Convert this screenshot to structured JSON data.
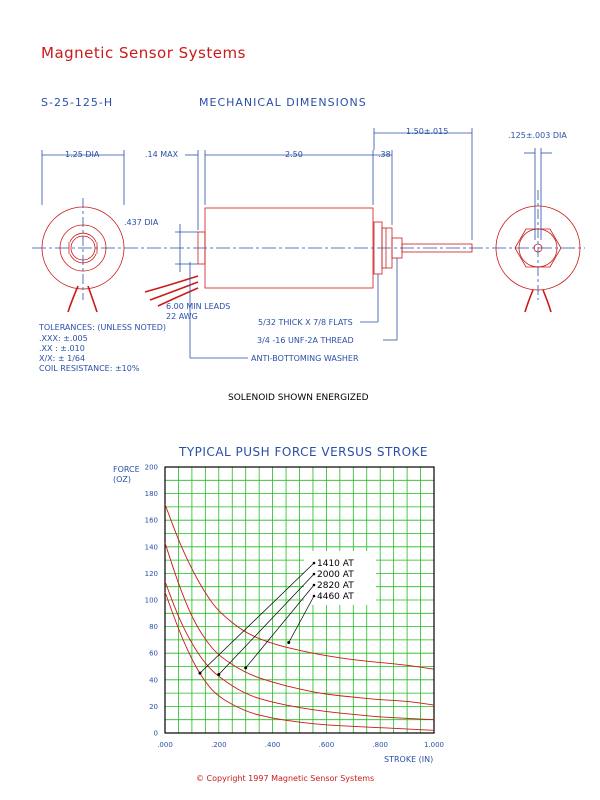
{
  "header": {
    "company": "Magnetic Sensor Systems",
    "model": "S-25-125-H",
    "section_title": "MECHANICAL DIMENSIONS"
  },
  "dimensions": {
    "body_dia": "1.25 DIA",
    "front_gap": ".14 MAX",
    "body_length": "2.50",
    "thread_length": ".38",
    "plunger_extension": "1.50±.015",
    "plunger_dia": ".125±.003 DIA",
    "boss_dia": ".437 DIA",
    "leads": "6.00 MIN LEADS",
    "wire_gauge": "22 AWG",
    "flats": "5/32 THICK X 7/8 FLATS",
    "thread": "3/4 -16 UNF-2A THREAD",
    "washer": "ANTI-BOTTOMING WASHER"
  },
  "tolerances": {
    "title": "TOLERANCES: (UNLESS NOTED)",
    "lines": [
      ".XXX: ±.005",
      ".XX : ±.010",
      "X/X: ± 1/64",
      "COIL RESISTANCE: ±10%"
    ]
  },
  "energized_note": "SOLENOID SHOWN ENERGIZED",
  "chart_data": {
    "type": "line",
    "title": "TYPICAL PUSH FORCE VERSUS STROKE",
    "ylabel": "FORCE (OZ)",
    "xlabel": "STROKE (IN)",
    "xlim": [
      0,
      1.0
    ],
    "ylim": [
      0,
      200
    ],
    "grid": true,
    "x_ticks": [
      ".000",
      ".200",
      ".400",
      ".600",
      ".800",
      "1.000"
    ],
    "y_ticks": [
      "0",
      "20",
      "40",
      "60",
      "80",
      "100",
      "120",
      "140",
      "160",
      "180",
      "200"
    ],
    "legend_placement": "center-right",
    "series": [
      {
        "name": "1410 AT",
        "x": [
          0,
          0.05,
          0.1,
          0.15,
          0.2,
          0.3,
          0.4,
          0.5,
          0.6,
          0.7,
          0.8,
          0.9,
          1.0
        ],
        "values": [
          106,
          78,
          55,
          38,
          27,
          16,
          11,
          8,
          6,
          5,
          4,
          3,
          2
        ]
      },
      {
        "name": "2000 AT",
        "x": [
          0,
          0.05,
          0.1,
          0.15,
          0.2,
          0.3,
          0.4,
          0.5,
          0.6,
          0.7,
          0.8,
          0.9,
          1.0
        ],
        "values": [
          114,
          87,
          67,
          52,
          42,
          29,
          23,
          19,
          16,
          14,
          12,
          11,
          10
        ]
      },
      {
        "name": "2820 AT",
        "x": [
          0,
          0.05,
          0.1,
          0.15,
          0.2,
          0.3,
          0.4,
          0.5,
          0.6,
          0.7,
          0.8,
          0.9,
          1.0
        ],
        "values": [
          143,
          112,
          87,
          70,
          58,
          45,
          38,
          33,
          29,
          27,
          25,
          24,
          21
        ]
      },
      {
        "name": "4460 AT",
        "x": [
          0,
          0.05,
          0.1,
          0.15,
          0.2,
          0.3,
          0.4,
          0.5,
          0.6,
          0.7,
          0.8,
          0.9,
          1.0
        ],
        "values": [
          172,
          145,
          123,
          105,
          91,
          75,
          67,
          62,
          58,
          55,
          53,
          51,
          48
        ]
      }
    ],
    "callout_points": [
      {
        "series": "1410 AT",
        "x": 0.13,
        "y": 45
      },
      {
        "series": "2000 AT",
        "x": 0.2,
        "y": 44
      },
      {
        "series": "2820 AT",
        "x": 0.3,
        "y": 49
      },
      {
        "series": "4460 AT",
        "x": 0.46,
        "y": 68
      }
    ]
  },
  "footer": {
    "copyright": "©  Copyright 1997 Magnetic Sensor Systems"
  },
  "colors": {
    "brand": "#cc1a1a",
    "dimension": "#2a4fa8",
    "outline": "#cc1a1a",
    "grid": "#22bb22",
    "curve": "#cc1a1a"
  }
}
